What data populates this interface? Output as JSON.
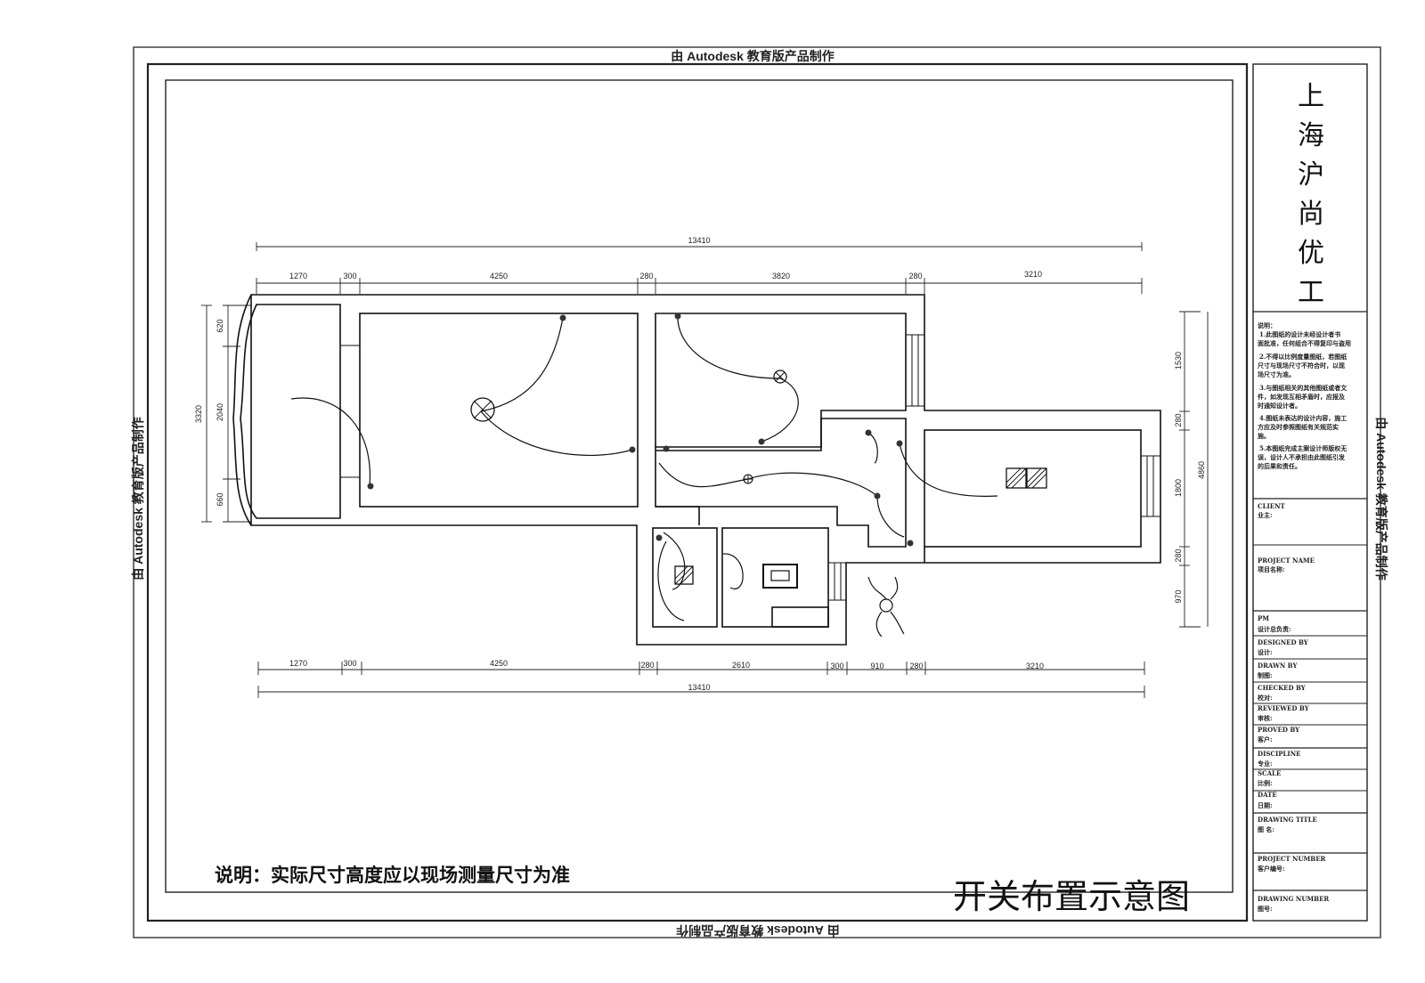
{
  "watermark": "由 Autodesk 教育版产品制作",
  "company": [
    "上",
    "海",
    "沪",
    "尚",
    "优",
    "工"
  ],
  "notes": [
    "说明：",
    "1.此图纸的设计未经设计者书",
    "面批准，任何组合不得复印与盗用",
    "2.不得以比例度量图纸，若图纸",
    "尺寸与现场尺寸不符合时，以现",
    "场尺寸为准。",
    "3.与图纸相关的其他图纸或者文",
    "件，如发现互相矛盾时，应报及",
    "时通知设计者。",
    "4.图纸未表达的设计内容，施工",
    "方应及时参照图纸有关规范实",
    "施。",
    "5.本图纸完成主案设计师版权无",
    "误，设计人不承担由此图纸引发",
    "的后果和责任。"
  ],
  "title_block": {
    "client": [
      "CLIENT",
      "业主:"
    ],
    "project_name": [
      "PROJECT NAME",
      "项目名称:"
    ],
    "pm": [
      "PM",
      "设计总负责:"
    ],
    "designed_by": [
      "DESIGNED BY",
      "设计:"
    ],
    "drawn_by": [
      "DRAWN BY",
      "制图:"
    ],
    "checked_by": [
      "CHECKED BY",
      "校对:"
    ],
    "reviewed_by": [
      "REVIEWED BY",
      "审核:"
    ],
    "proved_by": [
      "PROVED BY",
      "客户:"
    ],
    "discipline": [
      "DISCIPLINE",
      "专业:"
    ],
    "scale": [
      "SCALE",
      "比例:"
    ],
    "date": [
      "DATE",
      "日期:"
    ],
    "drawing_title": [
      "DRAWING TITLE",
      "图  名:"
    ],
    "project_number": [
      "PROJECT NUMBER",
      "客户编号:"
    ],
    "drawing_number": [
      "DRAWING NUMBER",
      "图号:"
    ]
  },
  "dims": {
    "total_top": "13410",
    "top": [
      "1270",
      "300",
      "4250",
      "280",
      "3820",
      "280",
      "3210"
    ],
    "bottom": [
      "1270",
      "300",
      "4250",
      "280",
      "2610",
      "300",
      "910",
      "280",
      "3210"
    ],
    "total_bottom": "13410",
    "left": [
      "620",
      "2040",
      "660"
    ],
    "left_total": "3320",
    "right": [
      "1530",
      "280",
      "1800",
      "280",
      "970"
    ],
    "right_total": "4860"
  },
  "note_text": "说明：实际尺寸高度应以现场测量尺寸为准",
  "drawing_title": "开关布置示意图"
}
